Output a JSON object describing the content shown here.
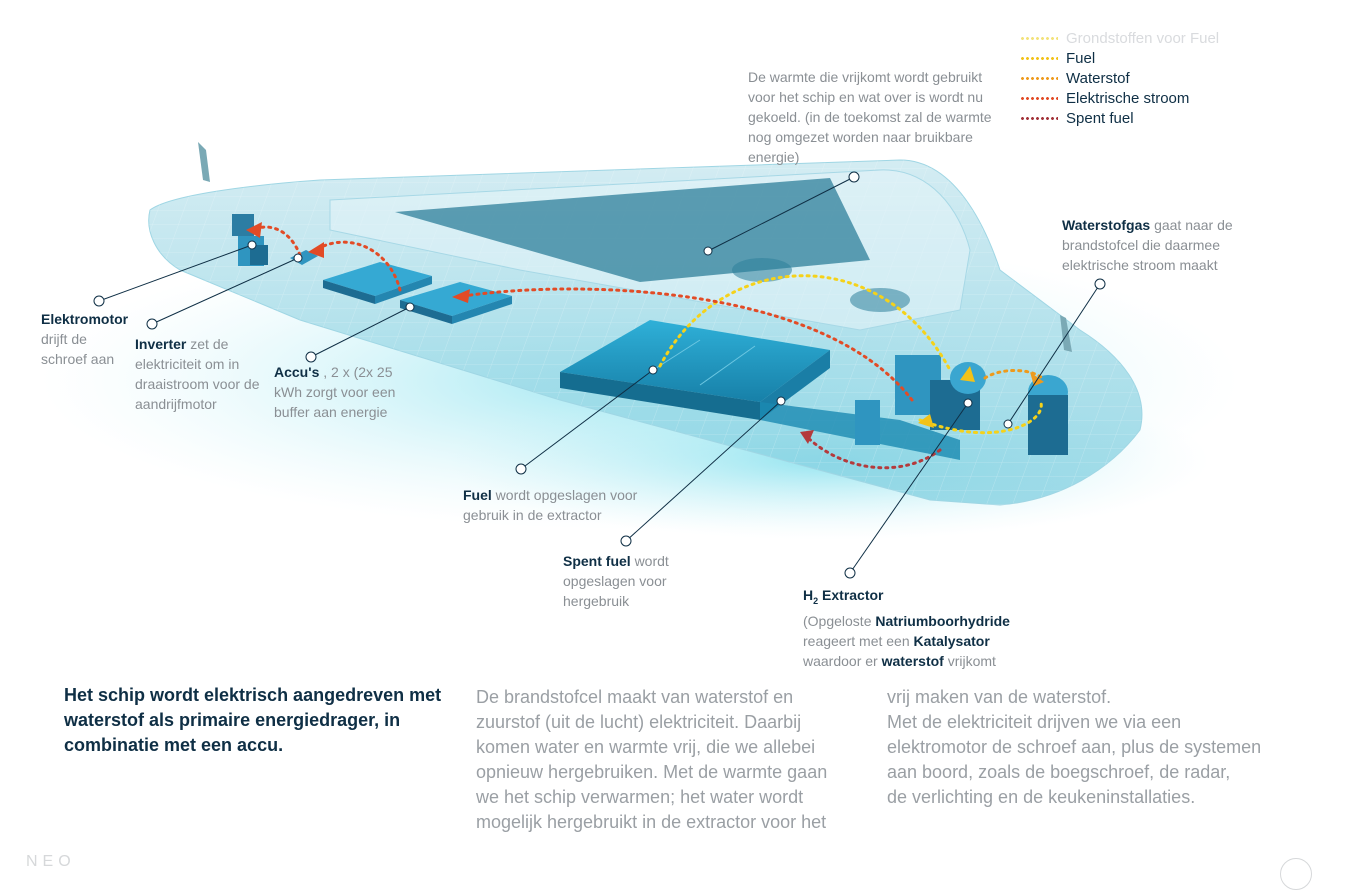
{
  "legend": [
    {
      "label": "Grondstoffen voor Fuel",
      "color": "#f3e27a",
      "faded": true
    },
    {
      "label": "Fuel",
      "color": "#f2c218",
      "faded": false
    },
    {
      "label": "Waterstof",
      "color": "#ee9a1c",
      "faded": false
    },
    {
      "label": "Elektrische stroom",
      "color": "#e24b26",
      "faded": false
    },
    {
      "label": "Spent fuel",
      "color": "#a3333a",
      "faded": false
    }
  ],
  "callouts": {
    "heat": "De warmte die vrijkomt wordt gebruikt voor het schip en wat over is wordt nu gekoeld. (in de toekomst zal de warmte nog omgezet worden naar bruikbare energie)",
    "hydrogen_title": "Waterstofgas",
    "hydrogen_text": "gaat naar de brandstofcel die daarmee elektrische stroom maakt",
    "motor_title": "Elektromotor",
    "motor_text": "drijft de schroef aan",
    "inverter_title": "Inverter",
    "inverter_text": "zet de elektriciteit om in draaistroom voor de aandrijfmotor",
    "battery_title": "Accu's",
    "battery_text": ", 2 x (2x 25 kWh zorgt voor een buffer aan energie",
    "fuel_title": "Fuel",
    "fuel_text": "wordt opgeslagen voor gebruik in de extractor",
    "spent_title": "Spent fuel",
    "spent_text": "wordt opgeslagen voor hergebruik",
    "extractor_title_h": "H",
    "extractor_title_sub": "2",
    "extractor_title_rest": " Extractor",
    "extractor_t1": "(Opgeloste ",
    "extractor_b1": "Natriumboorhydride",
    "extractor_t2": "reageert met een ",
    "extractor_b2": "Katalysator",
    "extractor_t3": "waardoor er ",
    "extractor_b3": "waterstof",
    "extractor_t4": " vrijkomt"
  },
  "text": {
    "lead": "Het schip wordt elektrisch aangedreven met waterstof als primaire energiedrager, in combinatie met een accu.",
    "col2_lines": [
      "De brandstofcel maakt van waterstof en",
      "zuurstof (uit de lucht) elektriciteit. Daarbij",
      "komen water en warmte vrij, die we allebei",
      "opnieuw hergebruiken. Met de warmte gaan",
      "we het schip verwarmen; het water wordt",
      "mogelijk hergebruikt in de extractor voor het"
    ],
    "col3_lines": [
      "vrij maken van de waterstof.",
      "Met de elektriciteit drijven we via een",
      "elektromotor de schroef aan, plus de systemen",
      "aan boord, zoals de boegschroef, de radar,",
      "de verlichting en de keukeninstallaties."
    ]
  },
  "footer": {
    "logo": "NEO"
  }
}
